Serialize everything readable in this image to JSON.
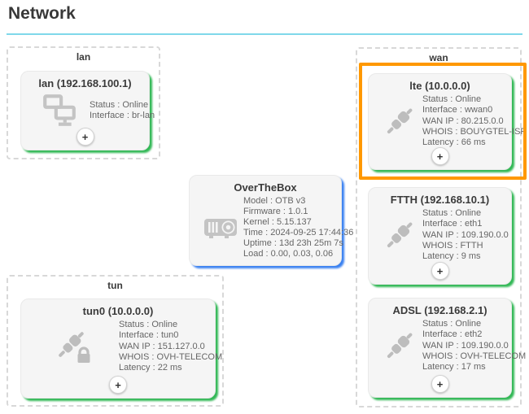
{
  "page": {
    "title": "Network"
  },
  "colors": {
    "accent_rule": "#7fd8ea",
    "online_green": "#2db44e",
    "device_blue": "#2f7af0",
    "highlight_orange": "#ff9800"
  },
  "groups": {
    "lan": {
      "label": "lan"
    },
    "wan": {
      "label": "wan"
    },
    "tun": {
      "label": "tun"
    }
  },
  "cards": {
    "lan": {
      "title": "lan (192.168.100.1)",
      "icon": "switch-icon",
      "details": [
        "Status : Online",
        "Interface : br-lan"
      ],
      "add_label": "+"
    },
    "lte": {
      "title": "lte (10.0.0.0)",
      "icon": "plug-icon",
      "highlighted": true,
      "details": [
        "Status : Online",
        "Interface : wwan0",
        "WAN IP : 80.215.0.0",
        "WHOIS : BOUYGTEL-ISP",
        "Latency : 66 ms"
      ],
      "add_label": "+"
    },
    "ftth": {
      "title": "FTTH (192.168.10.1)",
      "icon": "plug-icon",
      "details": [
        "Status : Online",
        "Interface : eth1",
        "WAN IP : 109.190.0.0",
        "WHOIS : FTTH",
        "Latency : 9 ms"
      ],
      "add_label": "+"
    },
    "adsl": {
      "title": "ADSL (192.168.2.1)",
      "icon": "plug-icon",
      "details": [
        "Status : Online",
        "Interface : eth2",
        "WAN IP : 109.190.0.0",
        "WHOIS : OVH-TELECOM",
        "Latency : 17 ms"
      ],
      "add_label": "+"
    },
    "tun0": {
      "title": "tun0 (10.0.0.0)",
      "icon": "plug-lock-icon",
      "details": [
        "Status : Online",
        "Interface : tun0",
        "WAN IP : 151.127.0.0",
        "WHOIS : OVH-TELECOM",
        "Latency : 22 ms"
      ],
      "add_label": "+"
    },
    "overthebox": {
      "title": "OverTheBox",
      "icon": "router-icon",
      "details": [
        "Model : OTB v3",
        "Firmware : 1.0.1",
        "Kernel : 5.15.137",
        "Time : 2024-09-25 17:44:36",
        "Uptime : 13d 23h 25m 7s",
        "Load : 0.00, 0.03, 0.06"
      ]
    }
  }
}
